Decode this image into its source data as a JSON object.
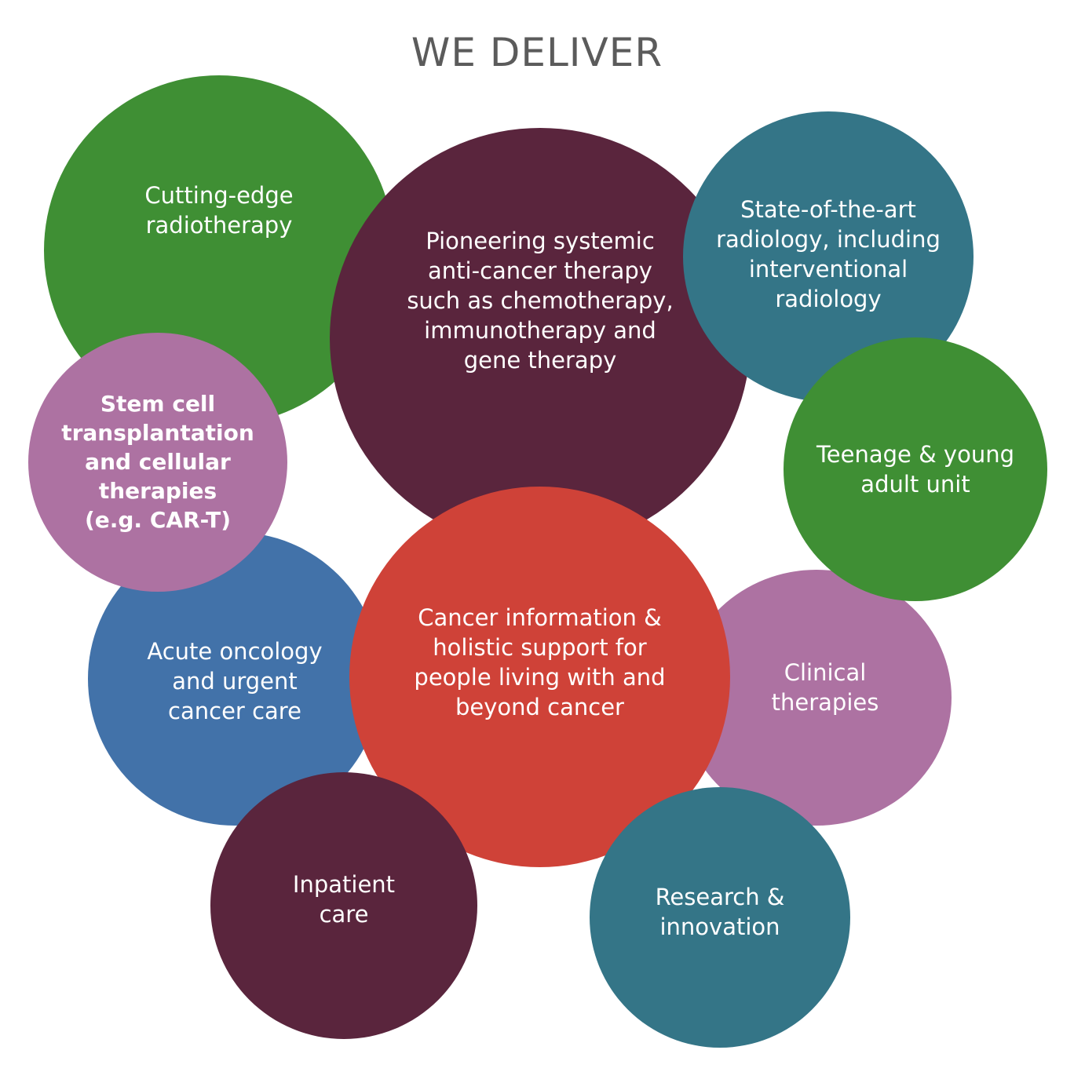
{
  "title": "WE DELIVER",
  "colors": {
    "green": "#3f8f34",
    "plum": "#5a253d",
    "teal": "#347587",
    "mauve": "#ad72a2",
    "blue": "#4272a9",
    "red": "#cf4238"
  },
  "circles": [
    {
      "id": "radiotherapy",
      "label": "Cutting-edge\nradiotherapy",
      "color": "#3f8f34"
    },
    {
      "id": "systemic",
      "label": "Pioneering systemic\nanti-cancer therapy\nsuch as chemotherapy,\nimmunotherapy and\ngene therapy",
      "color": "#5a253d"
    },
    {
      "id": "radiology",
      "label": "State-of-the-art\nradiology, including\ninterventional\nradiology",
      "color": "#347587"
    },
    {
      "id": "teenage",
      "label": "Teenage & young\nadult unit",
      "color": "#3f8f34"
    },
    {
      "id": "stemcell",
      "label": "Stem cell\ntransplantation\nand cellular\ntherapies\n(e.g. CAR-T)",
      "color": "#ad72a2"
    },
    {
      "id": "acute",
      "label": "Acute oncology\nand urgent\ncancer care",
      "color": "#4272a9"
    },
    {
      "id": "clinical",
      "label": "Clinical\ntherapies",
      "color": "#ad72a2"
    },
    {
      "id": "cancerinfo",
      "label": "Cancer information &\nholistic support for\npeople living with and\nbeyond cancer",
      "color": "#cf4238"
    },
    {
      "id": "inpatient",
      "label": "Inpatient\ncare",
      "color": "#5a253d"
    },
    {
      "id": "research",
      "label": "Research &\ninnovation",
      "color": "#347587"
    }
  ]
}
